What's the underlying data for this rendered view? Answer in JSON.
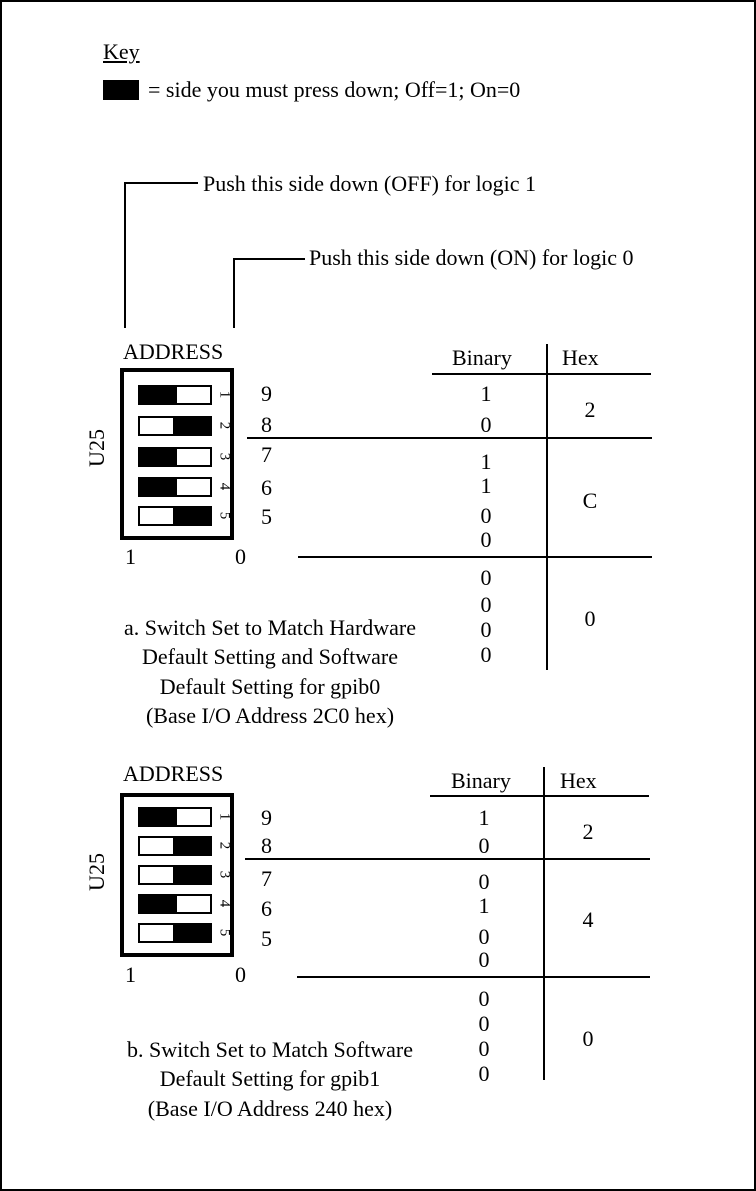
{
  "key": {
    "title": "Key",
    "description": "= side you must press down; Off=1; On=0"
  },
  "callouts": {
    "off": "Push this side down (OFF) for logic 1",
    "on": "Push this side down (ON) for logic 0"
  },
  "panels": [
    {
      "id": "a",
      "address_label": "ADDRESS",
      "chip_label": "U25",
      "switches": [
        {
          "num": "1",
          "pos": "off",
          "addr_bit": "9"
        },
        {
          "num": "2",
          "pos": "on",
          "addr_bit": "8"
        },
        {
          "num": "3",
          "pos": "off",
          "addr_bit": "7"
        },
        {
          "num": "4",
          "pos": "off",
          "addr_bit": "6"
        },
        {
          "num": "5",
          "pos": "on",
          "addr_bit": "5"
        }
      ],
      "scale_left": "1",
      "scale_right": "0",
      "table": {
        "binary_header": "Binary",
        "hex_header": "Hex",
        "groups": [
          {
            "bits": [
              "1",
              "0"
            ],
            "hex": "2"
          },
          {
            "bits": [
              "1",
              "1",
              "0",
              "0"
            ],
            "hex": "C"
          },
          {
            "bits": [
              "0",
              "0",
              "0",
              "0"
            ],
            "hex": "0"
          }
        ]
      },
      "caption": [
        "a.  Switch Set to Match Hardware",
        "Default Setting and Software",
        "Default Setting for gpib0",
        "(Base I/O Address 2C0 hex)"
      ]
    },
    {
      "id": "b",
      "address_label": "ADDRESS",
      "chip_label": "U25",
      "switches": [
        {
          "num": "1",
          "pos": "off",
          "addr_bit": "9"
        },
        {
          "num": "2",
          "pos": "on",
          "addr_bit": "8"
        },
        {
          "num": "3",
          "pos": "on",
          "addr_bit": "7"
        },
        {
          "num": "4",
          "pos": "off",
          "addr_bit": "6"
        },
        {
          "num": "5",
          "pos": "on",
          "addr_bit": "5"
        }
      ],
      "scale_left": "1",
      "scale_right": "0",
      "table": {
        "binary_header": "Binary",
        "hex_header": "Hex",
        "groups": [
          {
            "bits": [
              "1",
              "0"
            ],
            "hex": "2"
          },
          {
            "bits": [
              "0",
              "1",
              "0",
              "0"
            ],
            "hex": "4"
          },
          {
            "bits": [
              "0",
              "0",
              "0",
              "0"
            ],
            "hex": "0"
          }
        ]
      },
      "caption": [
        "b.  Switch Set to Match Software",
        "Default Setting for gpib1",
        "(Base I/O Address 240 hex)"
      ]
    }
  ]
}
